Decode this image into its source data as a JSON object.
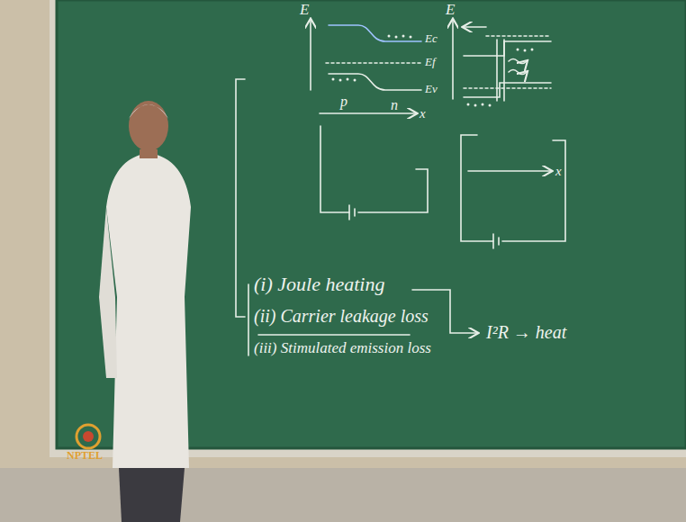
{
  "diagram": {
    "labels": [
      "E",
      "Ec",
      "Ef",
      "Ev",
      "p",
      "n",
      "x",
      "E",
      "x",
      "(i) Joule heating",
      "(ii) Carrier leakage loss",
      "(iii) Stimulated emission loss",
      "I²R → heat",
      "NPTEL"
    ]
  }
}
